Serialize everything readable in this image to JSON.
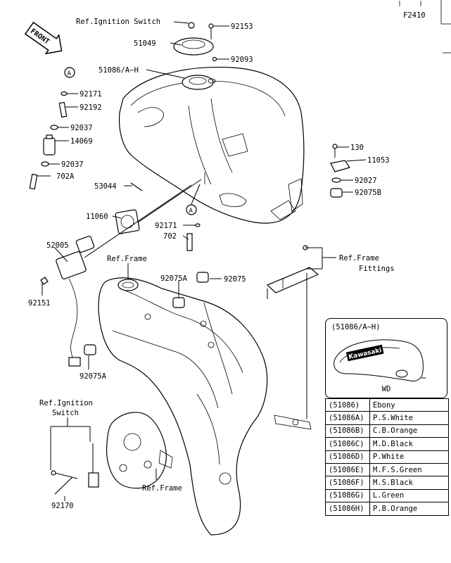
{
  "figure_code": "F2410",
  "front_label": "FRONT",
  "callouts": {
    "ref_ignition_switch_top": "Ref.Ignition Switch",
    "p92153": "92153",
    "p51049": "51049",
    "p92093": "92093",
    "p51086": "51086/A~H",
    "circle_a_top": "A",
    "p92171_top": "92171",
    "p92192": "92192",
    "p92037_top": "92037",
    "p14069": "14069",
    "p92037_bot": "92037",
    "p702A": "702A",
    "p53044": "53044",
    "p11060": "11060",
    "circle_a_mid": "A",
    "p92171_mid": "92171",
    "p702": "702",
    "p130": "130",
    "p11053": "11053",
    "p92027": "92027",
    "p92075B": "92075B",
    "p52005": "52005",
    "p92151": "92151",
    "ref_frame_fittings_1": "Ref.Frame",
    "ref_frame_fittings_2": "Fittings",
    "ref_frame_top": "Ref.Frame",
    "p92075A_top": "92075A",
    "p92075": "92075",
    "p92075A_bot": "92075A",
    "ref_ignition_switch_1": "Ref.Ignition",
    "ref_ignition_switch_2": "Switch",
    "p92170": "92170",
    "ref_frame_bot": "Ref.Frame"
  },
  "inset": {
    "title": "(51086/A~H)",
    "logo_text": "Kawasaki",
    "caption": "WD"
  },
  "color_table": [
    {
      "code": "(51086)",
      "name": "Ebony"
    },
    {
      "code": "(51086A)",
      "name": "P.S.White"
    },
    {
      "code": "(51086B)",
      "name": "C.B.Orange"
    },
    {
      "code": "(51086C)",
      "name": "M.D.Black"
    },
    {
      "code": "(51086D)",
      "name": "P.White"
    },
    {
      "code": "(51086E)",
      "name": "M.F.S.Green"
    },
    {
      "code": "(51086F)",
      "name": "M.S.Black"
    },
    {
      "code": "(51086G)",
      "name": "L.Green"
    },
    {
      "code": "(51086H)",
      "name": "P.B.Orange"
    }
  ]
}
